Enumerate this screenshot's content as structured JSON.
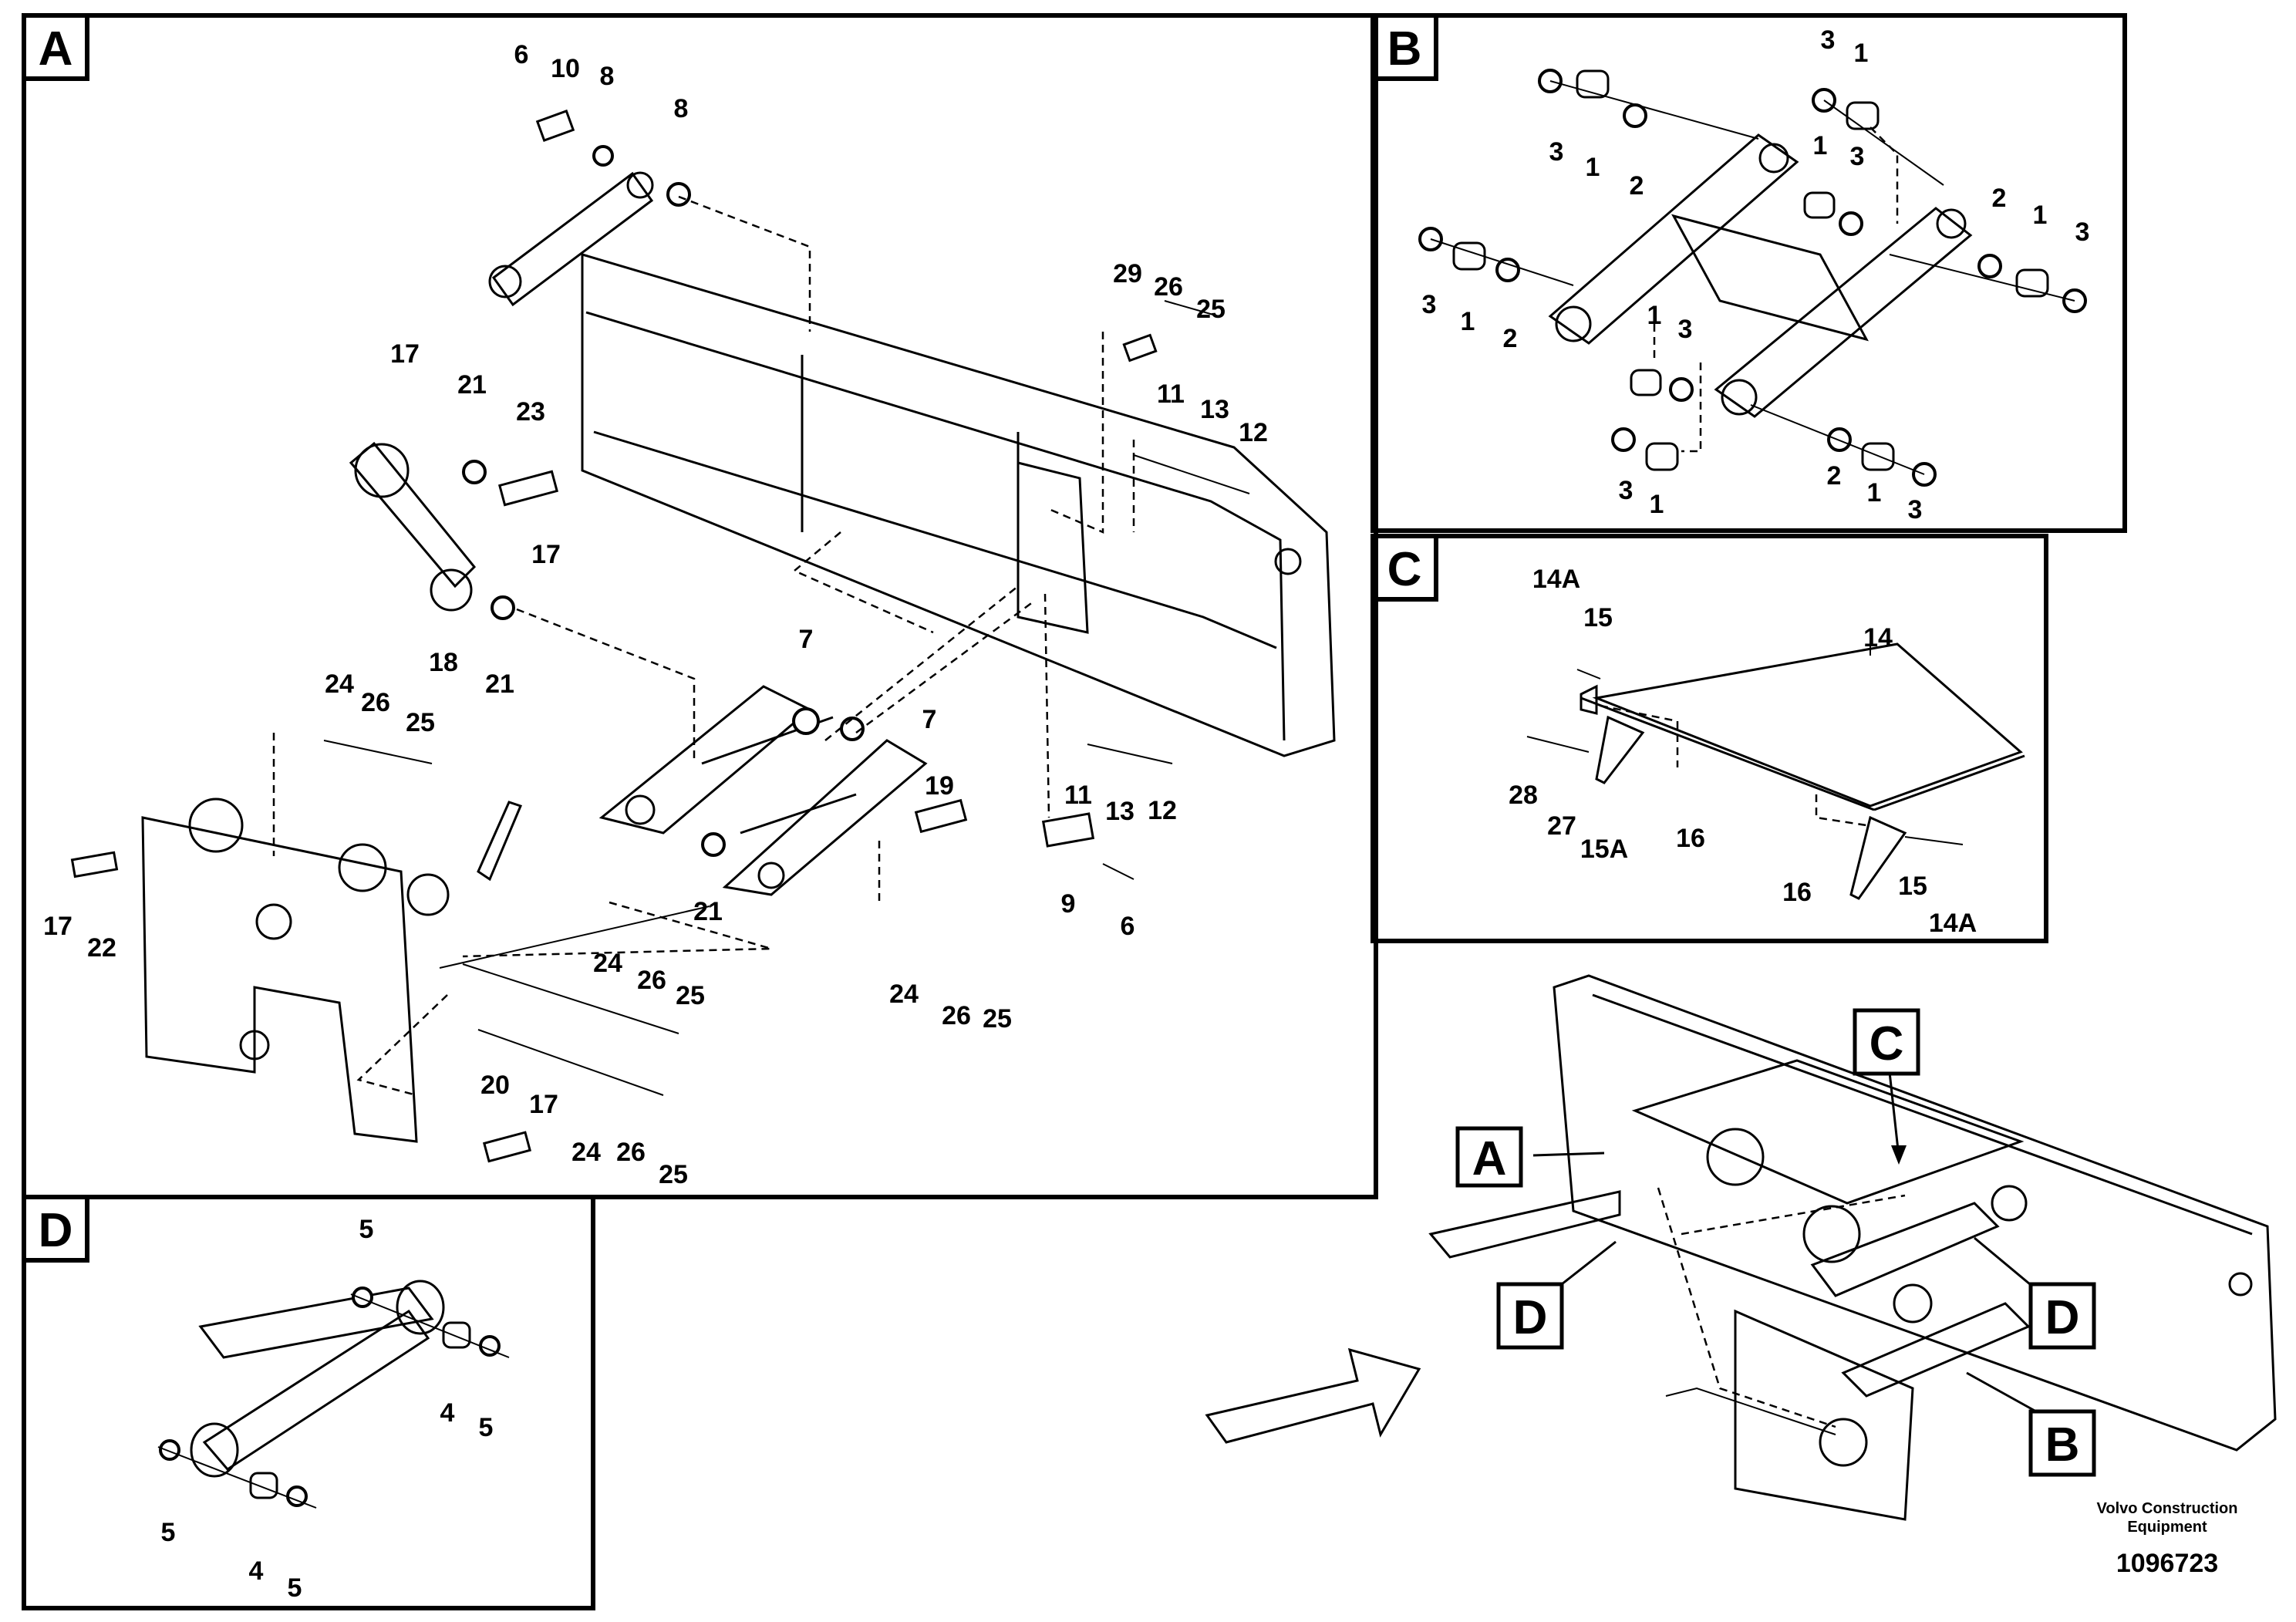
{
  "panels": {
    "A": {
      "label": "A",
      "callouts": [
        "6",
        "10",
        "8",
        "8",
        "29",
        "26",
        "25",
        "17",
        "21",
        "23",
        "11",
        "13",
        "12",
        "17",
        "18",
        "21",
        "7",
        "7",
        "24",
        "26",
        "25",
        "19",
        "11",
        "13",
        "12",
        "9",
        "6",
        "17",
        "22",
        "21",
        "24",
        "26",
        "25",
        "24",
        "26",
        "25",
        "20",
        "17",
        "24",
        "26",
        "25"
      ]
    },
    "B": {
      "label": "B",
      "callouts": [
        "3",
        "1",
        "3",
        "1",
        "2",
        "1",
        "3",
        "2",
        "1",
        "3",
        "3",
        "1",
        "2",
        "1",
        "3",
        "3",
        "1",
        "2",
        "1",
        "3"
      ]
    },
    "C": {
      "label": "C",
      "callouts": [
        "14A",
        "15",
        "14",
        "28",
        "27",
        "15A",
        "16",
        "16",
        "15",
        "14A"
      ]
    },
    "D": {
      "label": "D",
      "callouts": [
        "5",
        "4",
        "5",
        "5",
        "4",
        "5"
      ]
    }
  },
  "overview": {
    "tags": [
      "C",
      "A",
      "D",
      "D",
      "B"
    ]
  },
  "footer": {
    "brand_line1": "Volvo Construction",
    "brand_line2": "Equipment",
    "doc_number": "1096723"
  }
}
